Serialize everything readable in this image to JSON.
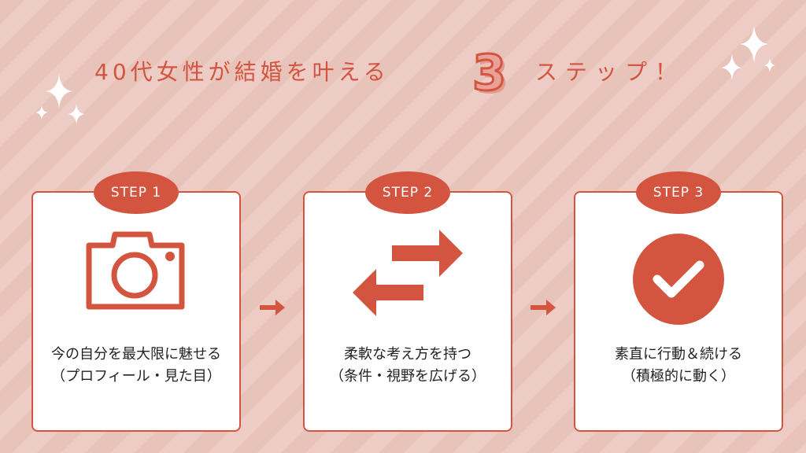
{
  "title": {
    "prefix": "40代女性が結婚を叶える",
    "number": "3",
    "suffix": "ステップ！"
  },
  "accent": "#d35540",
  "steps": [
    {
      "badge": "STEP 1",
      "icon": "camera-icon",
      "line1": "今の自分を最大限に魅せる",
      "line2": "（プロフィール・見た目）"
    },
    {
      "badge": "STEP 2",
      "icon": "swap-arrows-icon",
      "line1": "柔軟な考え方を持つ",
      "line2": "（条件・視野を広げる）"
    },
    {
      "badge": "STEP 3",
      "icon": "check-circle-icon",
      "line1": "素直に行動＆続ける",
      "line2": "（積極的に動く）"
    }
  ]
}
